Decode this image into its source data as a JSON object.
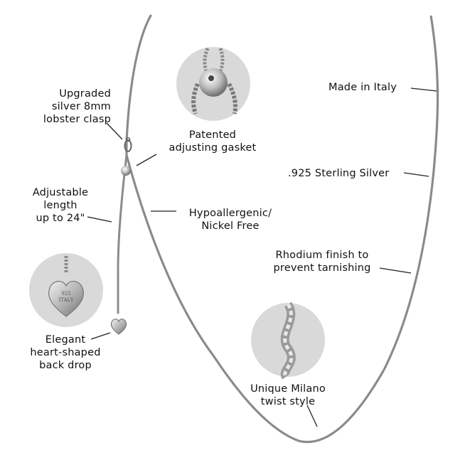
{
  "labels": {
    "clasp": [
      "Upgraded",
      "silver 8mm",
      "lobster clasp"
    ],
    "gasket": [
      "Patented",
      "adjusting gasket"
    ],
    "italy": [
      "Made in Italy"
    ],
    "sterling": [
      ".925 Sterling Silver"
    ],
    "adjustable": [
      "Adjustable",
      "length",
      "up to 24\""
    ],
    "hypo": [
      "Hypoallergenic/",
      "Nickel Free"
    ],
    "rhodium": [
      "Rhodium finish to",
      "prevent tarnishing"
    ],
    "heart": [
      "Elegant",
      "heart-shaped",
      "back drop"
    ],
    "milano": [
      "Unique Milano",
      "twist style"
    ]
  },
  "colors": {
    "circle": "#d9d9d9",
    "chain": "#8a8a8a",
    "chain_dark": "#555555",
    "leader": "#222222",
    "text": "#111111"
  }
}
